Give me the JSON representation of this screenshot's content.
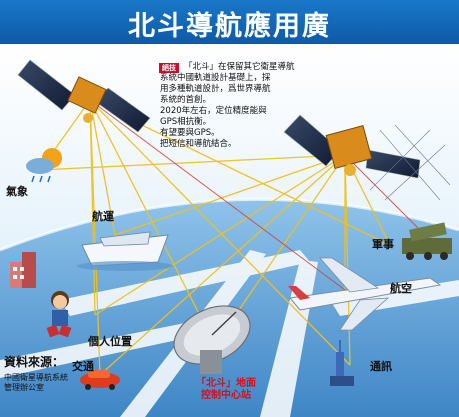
{
  "title": "北斗導航應用廣",
  "info_box": {
    "tag": "絕技",
    "lines": [
      "「北斗」在保留其它衛星導航",
      "系統中國軌道設計基礎上，採",
      "用多種軌道設計，爲世界導航",
      "系統的首創。",
      "2020年左右，定位精度能與",
      "GPS相抗衡。",
      "有望要與GPS。",
      "把短信和導航結合。"
    ]
  },
  "labels": {
    "weather": "氣象",
    "shipping": "航運",
    "military": "軍事",
    "aviation": "航空",
    "personal": "個人位置",
    "traffic": "交通",
    "telecom": "通訊",
    "control_center_line1": "「北斗」地面",
    "control_center_line2": "控制中心站"
  },
  "source": {
    "heading": "資料來源：",
    "line1": "中國衛星導航系統",
    "line2": "管理辦公室"
  },
  "colors": {
    "title_bg": "#1366b8",
    "signal_line": "#f0c020",
    "sky": "#cfe6f6",
    "ground": "#6fa8d6",
    "accent_red": "#d0121c"
  }
}
